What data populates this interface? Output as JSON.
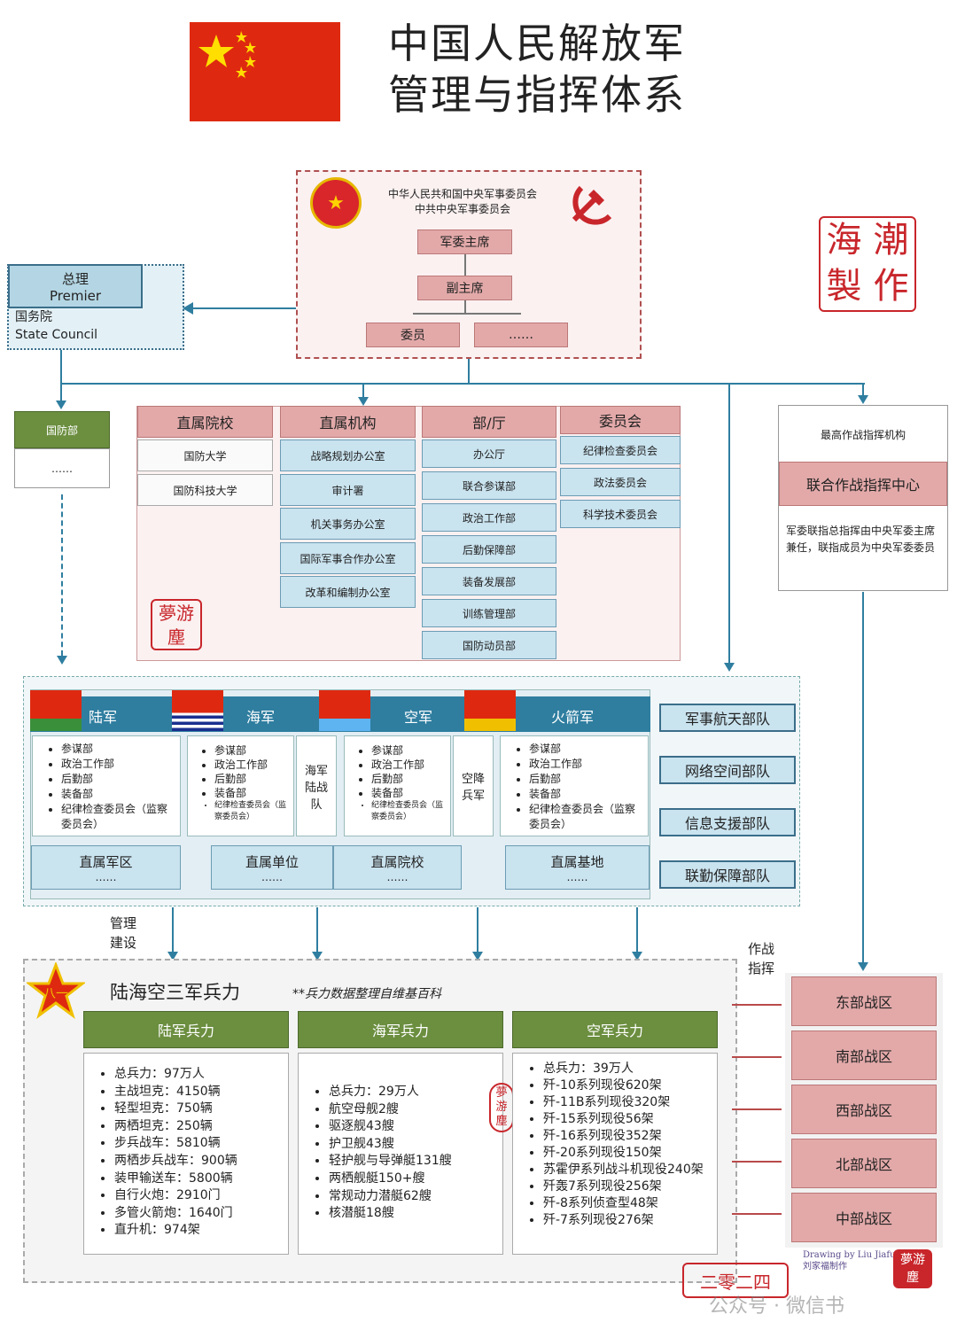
{
  "title": [
    "中国人民解放军",
    "管理与指挥体系"
  ],
  "cmc": {
    "name1": "中华人民共和国中央军事委员会",
    "name2": "中共中央军事委员会",
    "chairman": "军委主席",
    "vice": "副主席",
    "member": "委员",
    "more": "……"
  },
  "state_council": {
    "premier_cn": "总理",
    "premier_en": "Premier",
    "name_cn": "国务院",
    "name_en": "State Council"
  },
  "mod": {
    "label": "国防部",
    "more": "……"
  },
  "stamp_haichao": [
    "海",
    "潮",
    "製",
    "作"
  ],
  "columns": [
    {
      "header": "直属院校",
      "items": [
        "国防大学",
        "国防科技大学"
      ]
    },
    {
      "header": "直属机构",
      "items": [
        "战略规划办公室",
        "审计署",
        "机关事务办公室",
        "国际军事合作办公室",
        "改革和编制办公室"
      ]
    },
    {
      "header": "部/厅",
      "items": [
        "办公厅",
        "联合参谋部",
        "政治工作部",
        "后勤保障部",
        "装备发展部",
        "训练管理部",
        "国防动员部"
      ]
    },
    {
      "header": "委员会",
      "items": [
        "纪律检查委员会",
        "政法委员会",
        "科学技术委员会"
      ]
    }
  ],
  "joint": {
    "top": "最高作战指挥机构",
    "center": "联合作战指挥中心",
    "desc": "军委联指总指挥由中央军委主席兼任，联指成员为中央军委委员"
  },
  "services": [
    {
      "name": "陆军",
      "items": [
        "参谋部",
        "政治工作部",
        "后勤部",
        "装备部",
        "纪律检查委员会（监察委员会）"
      ]
    },
    {
      "name": "海军",
      "items": [
        "参谋部",
        "政治工作部",
        "后勤部",
        "装备部",
        "纪律检查委员会（监察委员会）"
      ],
      "extra": "海军陆战队"
    },
    {
      "name": "空军",
      "items": [
        "参谋部",
        "政治工作部",
        "后勤部",
        "装备部",
        "纪律检查委员会（监察委员会）"
      ],
      "extra": "空降兵军"
    },
    {
      "name": "火箭军",
      "items": [
        "参谋部",
        "政治工作部",
        "后勤部",
        "装备部",
        "纪律检查委员会（监察委员会）"
      ]
    }
  ],
  "subunits": [
    {
      "name": "直属军区",
      "more": "……"
    },
    {
      "name": "直属单位",
      "more": "……"
    },
    {
      "name": "直属院校",
      "more": "……"
    },
    {
      "name": "直属基地",
      "more": "……"
    }
  ],
  "forces": [
    "军事航天部队",
    "网络空间部队",
    "信息支援部队",
    "联勤保障部队"
  ],
  "labels": {
    "manage": "管理建设",
    "combat": "作战指挥"
  },
  "three": {
    "title": "陆海空三军兵力",
    "note": "**兵力数据整理自维基百科",
    "army": {
      "header": "陆军兵力",
      "items": [
        "总兵力：97万人",
        "主战坦克：4150辆",
        "轻型坦克：750辆",
        "两栖坦克：250辆",
        "步兵战车：5810辆",
        "两栖步兵战车：900辆",
        "装甲输送车：5800辆",
        "自行火炮：2910门",
        "多管火箭炮：1640门",
        "直升机：974架"
      ]
    },
    "navy": {
      "header": "海军兵力",
      "items": [
        "总兵力：29万人",
        "航空母舰2艘",
        "驱逐舰43艘",
        "护卫舰43艘",
        "轻护舰与导弹艇131艘",
        "两栖舰艇150+艘",
        "常规动力潜艇62艘",
        "核潜艇18艘"
      ]
    },
    "air": {
      "header": "空军兵力",
      "items": [
        "总兵力：39万人",
        "歼-10系列现役620架",
        "歼-11B系列现役320架",
        "歼-15系列现役56架",
        "歼-16系列现役352架",
        "歼-20系列现役150架",
        "苏霍伊系列战斗机现役240架",
        "歼轰7系列现役256架",
        "歼-8系列侦查型48架",
        "歼-7系列现役276架"
      ]
    }
  },
  "theaters": [
    "东部战区",
    "南部战区",
    "西部战区",
    "北部战区",
    "中部战区"
  ],
  "footer": {
    "year": "二零二四",
    "credit1": "Drawing by Liu Jiafu",
    "credit2": "刘家福制作",
    "watermark": "公众号 · 微信书"
  },
  "stamp_meng": [
    "夢",
    "游",
    "塵"
  ],
  "colors": {
    "red": "#de2910",
    "pink": "#e3a9a9",
    "blue": "#c9e3ef",
    "green": "#6b8e3f"
  }
}
